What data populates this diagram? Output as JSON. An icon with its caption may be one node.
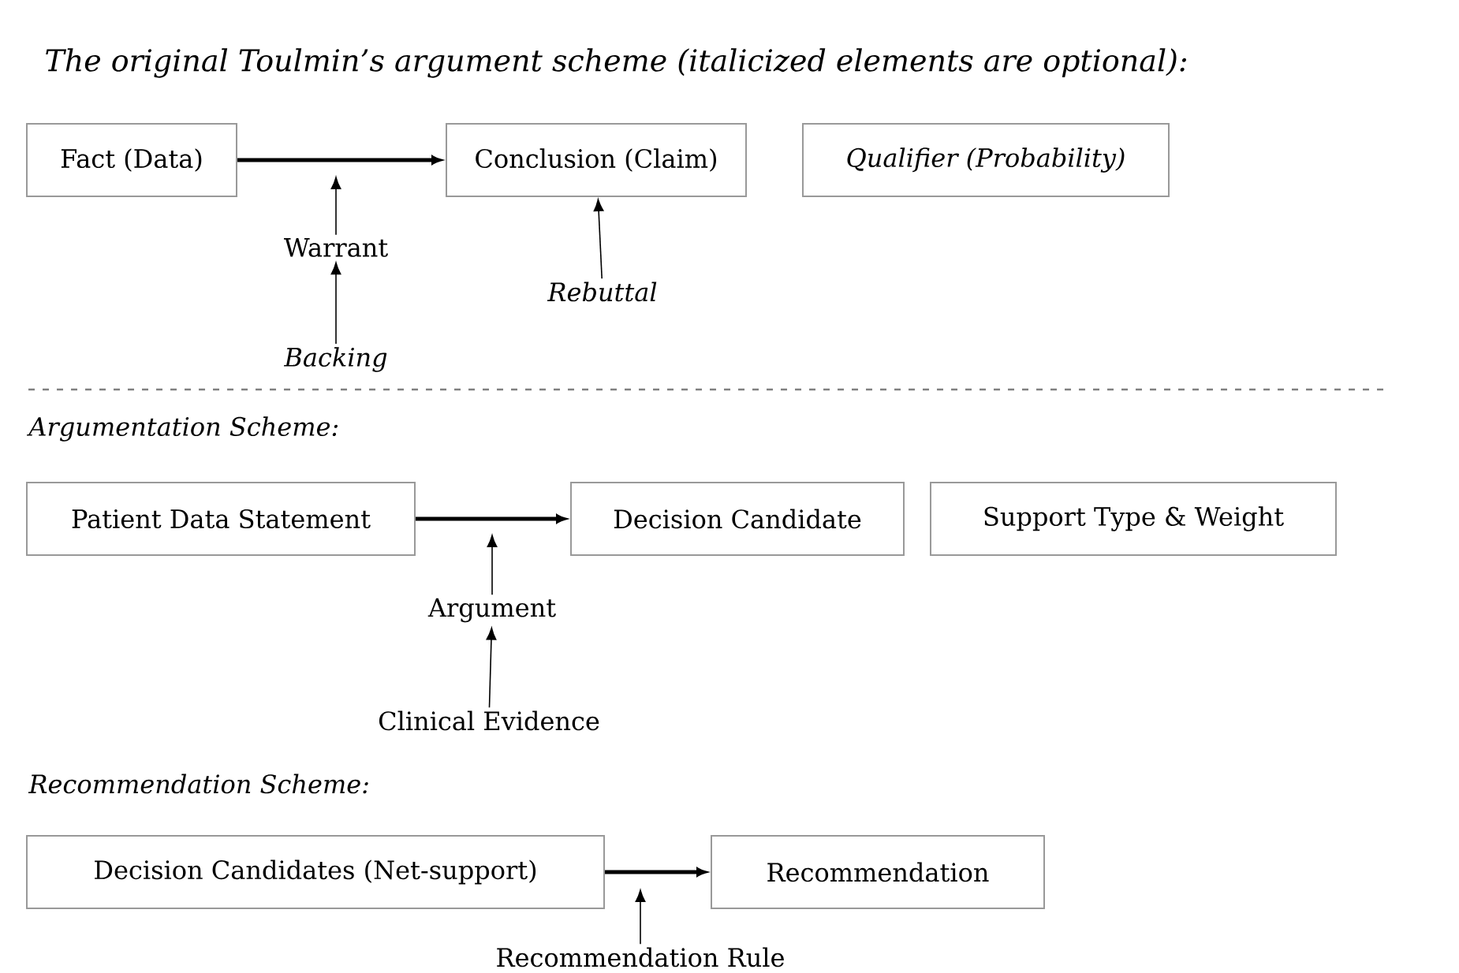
{
  "diagram": {
    "title": "The original Toulmin’s argument scheme (italicized elements are optional):",
    "nodes": [
      {
        "text": [
          "Fact (Data)"
        ]
      },
      {
        "text": [
          "Conclusion (Claim)"
        ]
      },
      {
        "text": [
          "Qualifier (Probability)"
        ]
      },
      {
        "text": [
          "Warrant"
        ]
      },
      {
        "text": [
          "Backing"
        ]
      },
      {
        "text": [
          "Rebuttal"
        ]
      },
      {
        "text": [
          "Patient Data Statement"
        ]
      },
      {
        "text": [
          "Decision Candidate"
        ]
      },
      {
        "text": [
          "Support Type & Weight"
        ]
      },
      {
        "text": [
          "Argument"
        ]
      },
      {
        "text": [
          "Clinical Evidence"
        ]
      },
      {
        "text": [
          "Decision Candidates (Net-support)"
        ]
      },
      {
        "text": [
          "Recommendation"
        ]
      },
      {
        "text": [
          "Recommendation Rule"
        ]
      }
    ],
    "edges": [
      {
        "from": 0,
        "to": 1,
        "arrow": "to",
        "style": "thick"
      },
      {
        "from": 3,
        "to": null,
        "arrow": "to"
      },
      {
        "from": 4,
        "to": 3,
        "arrow": "to"
      },
      {
        "from": 5,
        "to": 1,
        "arrow": "to"
      },
      {
        "from": 6,
        "to": 7,
        "arrow": "to",
        "style": "thick"
      },
      {
        "from": 9,
        "to": null,
        "arrow": "to"
      },
      {
        "from": 10,
        "to": 9,
        "arrow": "to"
      },
      {
        "from": 11,
        "to": 12,
        "arrow": "to",
        "style": "thick"
      },
      {
        "from": 13,
        "to": null,
        "arrow": "to"
      }
    ],
    "labels": [
      "Argumentation Scheme:",
      "Recommendation Scheme:"
    ]
  }
}
